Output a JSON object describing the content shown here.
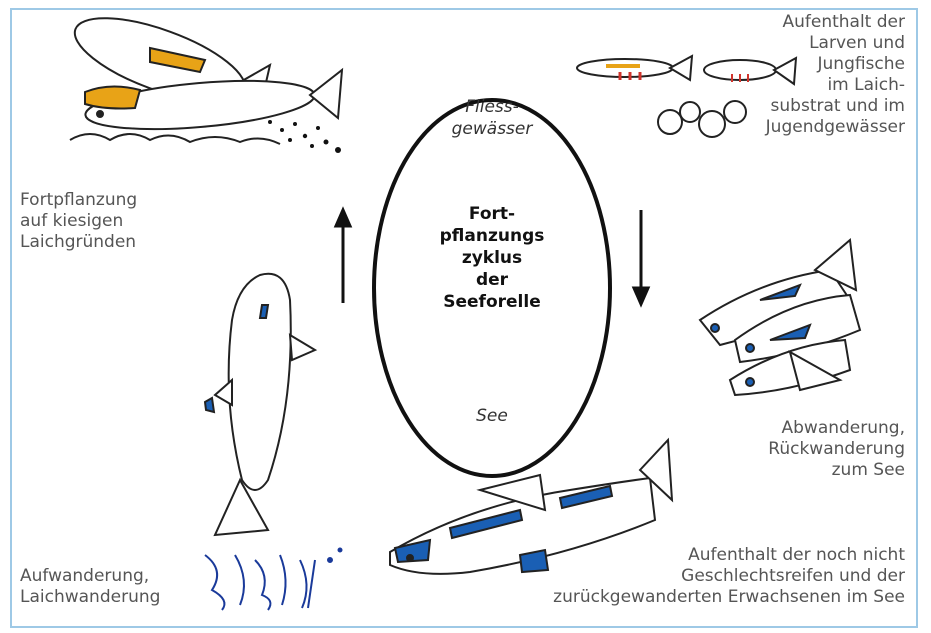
{
  "center": {
    "top_label": "Fliess-\ngewässer",
    "title": "Fort-\npflanzungs\nzyklus\nder\nSeeforelle",
    "bottom_label": "See"
  },
  "stages": {
    "spawning": "Fortpflanzung\nauf kiesigen\nLaichgründen",
    "larvae": "Aufenthalt der\nLarven und\nJungfische\nim Laich-\nsubstrat und im\nJugendgewässer",
    "downstream": "Abwanderung,\nRückwanderung\nzum See",
    "lake": "Aufenthalt der noch nicht\nGeschlechtsreifen und der\nzurückgewanderten Erwachsenen im See",
    "upstream": "Aufwanderung,\nLaichwanderung"
  },
  "colors": {
    "frame": "#9ec9e6",
    "accent_blue": "#1a5fb4",
    "accent_orange": "#e8a317",
    "accent_red": "#d0342c"
  }
}
